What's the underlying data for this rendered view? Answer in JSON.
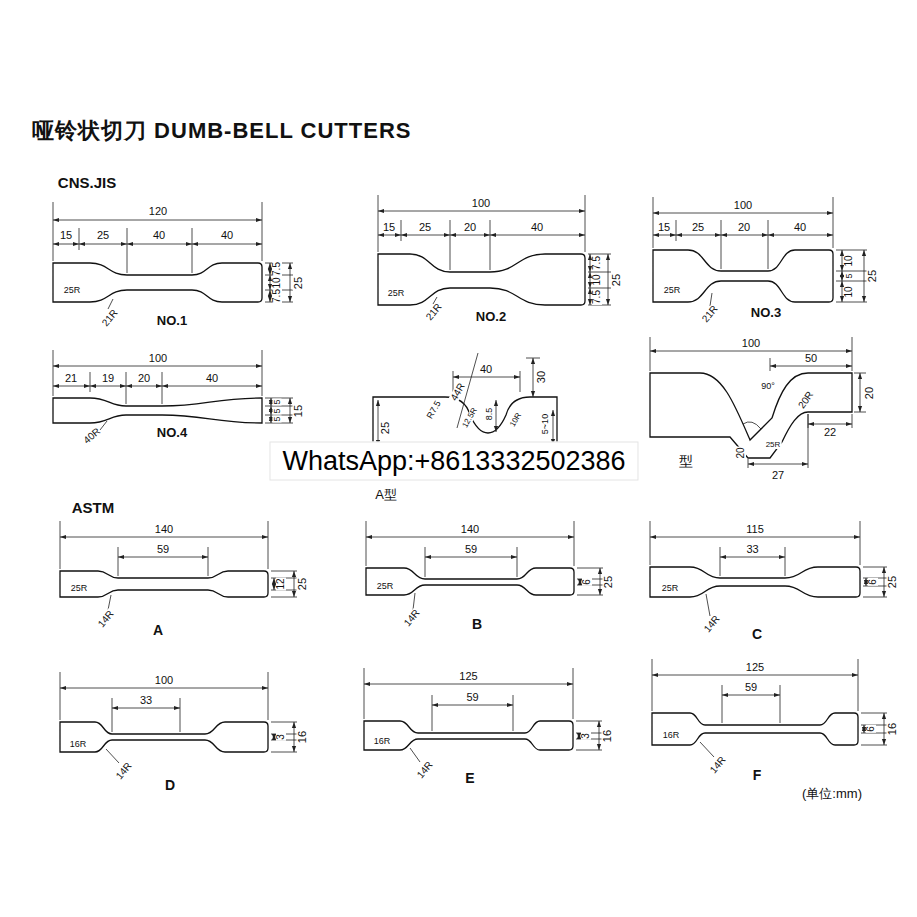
{
  "diagram": {
    "title": "哑铃状切刀 DUMB-BELL CUTTERS",
    "labels": [
      "CNS.JIS",
      "120",
      "15",
      "25",
      "40",
      "40",
      "7.5",
      "10",
      "7.5",
      "25",
      "25R",
      "21R",
      "NO.1",
      "100",
      "15",
      "25",
      "20",
      "40",
      "7.5",
      "10",
      "7.5",
      "25",
      "25R",
      "21R",
      "NO.2",
      "100",
      "15",
      "25",
      "20",
      "40",
      "10",
      "5",
      "10",
      "25",
      "25R",
      "21R",
      "NO.3",
      "100",
      "21",
      "19",
      "20",
      "40",
      "5",
      "5",
      "5",
      "15",
      "40R",
      "NO.4",
      "40",
      "30",
      "44R",
      "R7.5",
      "12.5R",
      "8.5",
      "10R",
      "5~10",
      "25",
      "A型",
      "100",
      "50",
      "90°",
      "20R",
      "20",
      "22",
      "27",
      "20",
      "25R",
      "型",
      "WhatsApp:+8613332502386",
      "ASTM",
      "140",
      "59",
      "12",
      "25",
      "25R",
      "14R",
      "A",
      "140",
      "59",
      "6",
      "25",
      "25R",
      "14R",
      "B",
      "115",
      "33",
      "6",
      "25",
      "25R",
      "14R",
      "C",
      "100",
      "33",
      "3",
      "16",
      "16R",
      "14R",
      "D",
      "125",
      "59",
      "3",
      "16",
      "16R",
      "14R",
      "E",
      "125",
      "59",
      "6",
      "16",
      "16R",
      "14R",
      "F",
      "(单位:mm)"
    ]
  }
}
